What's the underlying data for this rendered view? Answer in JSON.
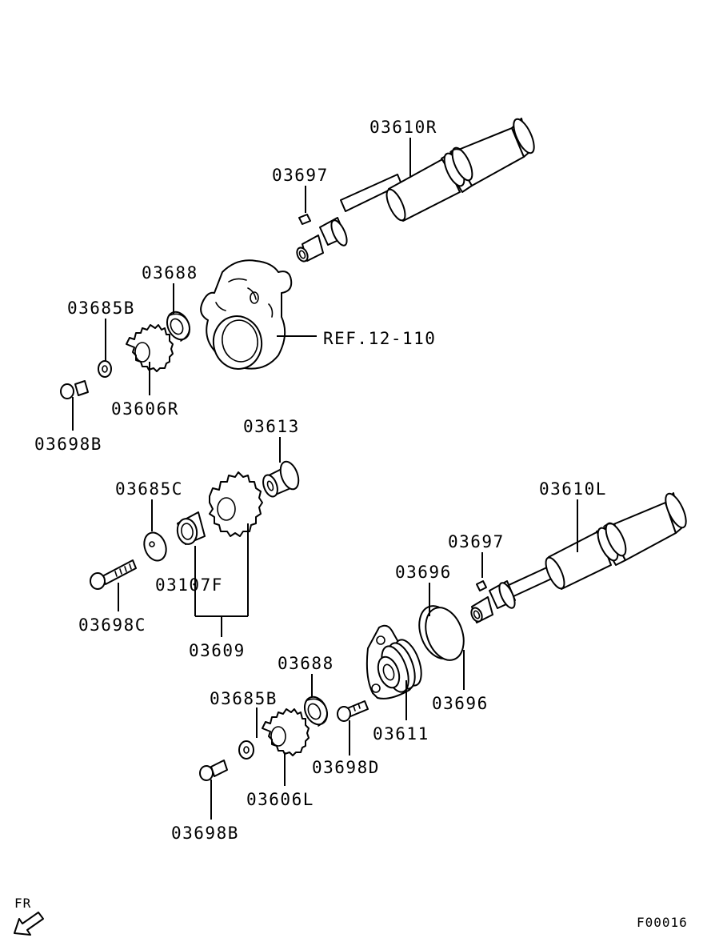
{
  "diagram": {
    "labels": {
      "p03610R": "03610R",
      "p03697_top": "03697",
      "p03688_top": "03688",
      "p03685B_top": "03685B",
      "ref": "REF.12-110",
      "p03606R": "03606R",
      "p03698B_top": "03698B",
      "p03613": "03613",
      "p03685C": "03685C",
      "p03610L": "03610L",
      "p03697_bottom": "03697",
      "p03696_top": "03696",
      "p03107F": "03107F",
      "p03698C": "03698C",
      "p03609": "03609",
      "p03688_bottom": "03688",
      "p03696_bottom": "03696",
      "p03685B_bottom": "03685B",
      "p03611": "03611",
      "p03698D": "03698D",
      "p03606L": "03606L",
      "p03698B_bottom": "03698B"
    },
    "fr_label": "FR",
    "figure_code": "F00016"
  }
}
